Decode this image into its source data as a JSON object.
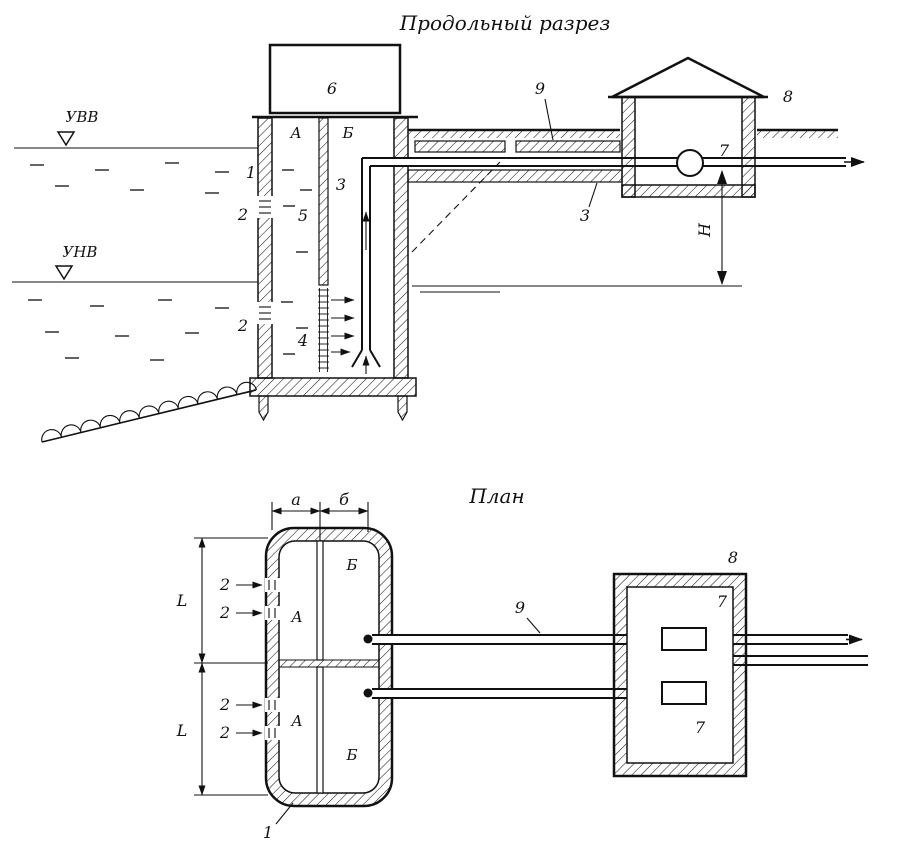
{
  "section": {
    "title": "Продольный разрез",
    "labels": {
      "uvv": "УВВ",
      "unv": "УНВ",
      "n6": "6",
      "n9": "9",
      "n8": "8",
      "n7": "7",
      "A": "А",
      "B": "Б",
      "n1": "1",
      "n2_upper": "2",
      "n2_lower": "2",
      "n3_pipe": "3",
      "n3_gallery": "3",
      "n5": "5",
      "n4": "4",
      "H": "Н"
    }
  },
  "plan": {
    "title": "План",
    "labels": {
      "dim_a": "а",
      "dim_b": "б",
      "n8": "8",
      "n9": "9",
      "n7_top": "7",
      "n7_bottom": "7",
      "A_top": "А",
      "B_top": "Б",
      "A_bottom": "А",
      "B_bottom": "Б",
      "L_top": "L",
      "L_bottom": "L",
      "n2_1": "2",
      "n2_2": "2",
      "n2_3": "2",
      "n2_4": "2",
      "n1": "1"
    }
  }
}
